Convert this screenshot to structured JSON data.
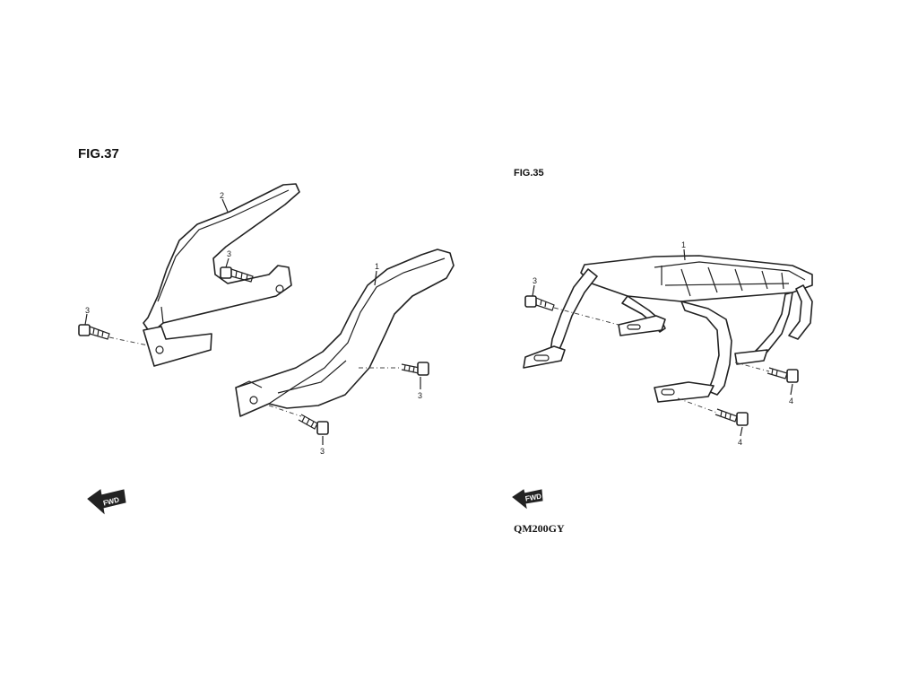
{
  "figures": [
    {
      "title": "FIG.37",
      "callouts": [
        "1",
        "2",
        "3",
        "3",
        "3",
        "3"
      ],
      "fwd_label": "FWD"
    },
    {
      "title": "FIG.35",
      "callouts": [
        "1",
        "3",
        "4",
        "4"
      ],
      "fwd_label": "FWD"
    }
  ],
  "model": "QM200GY"
}
